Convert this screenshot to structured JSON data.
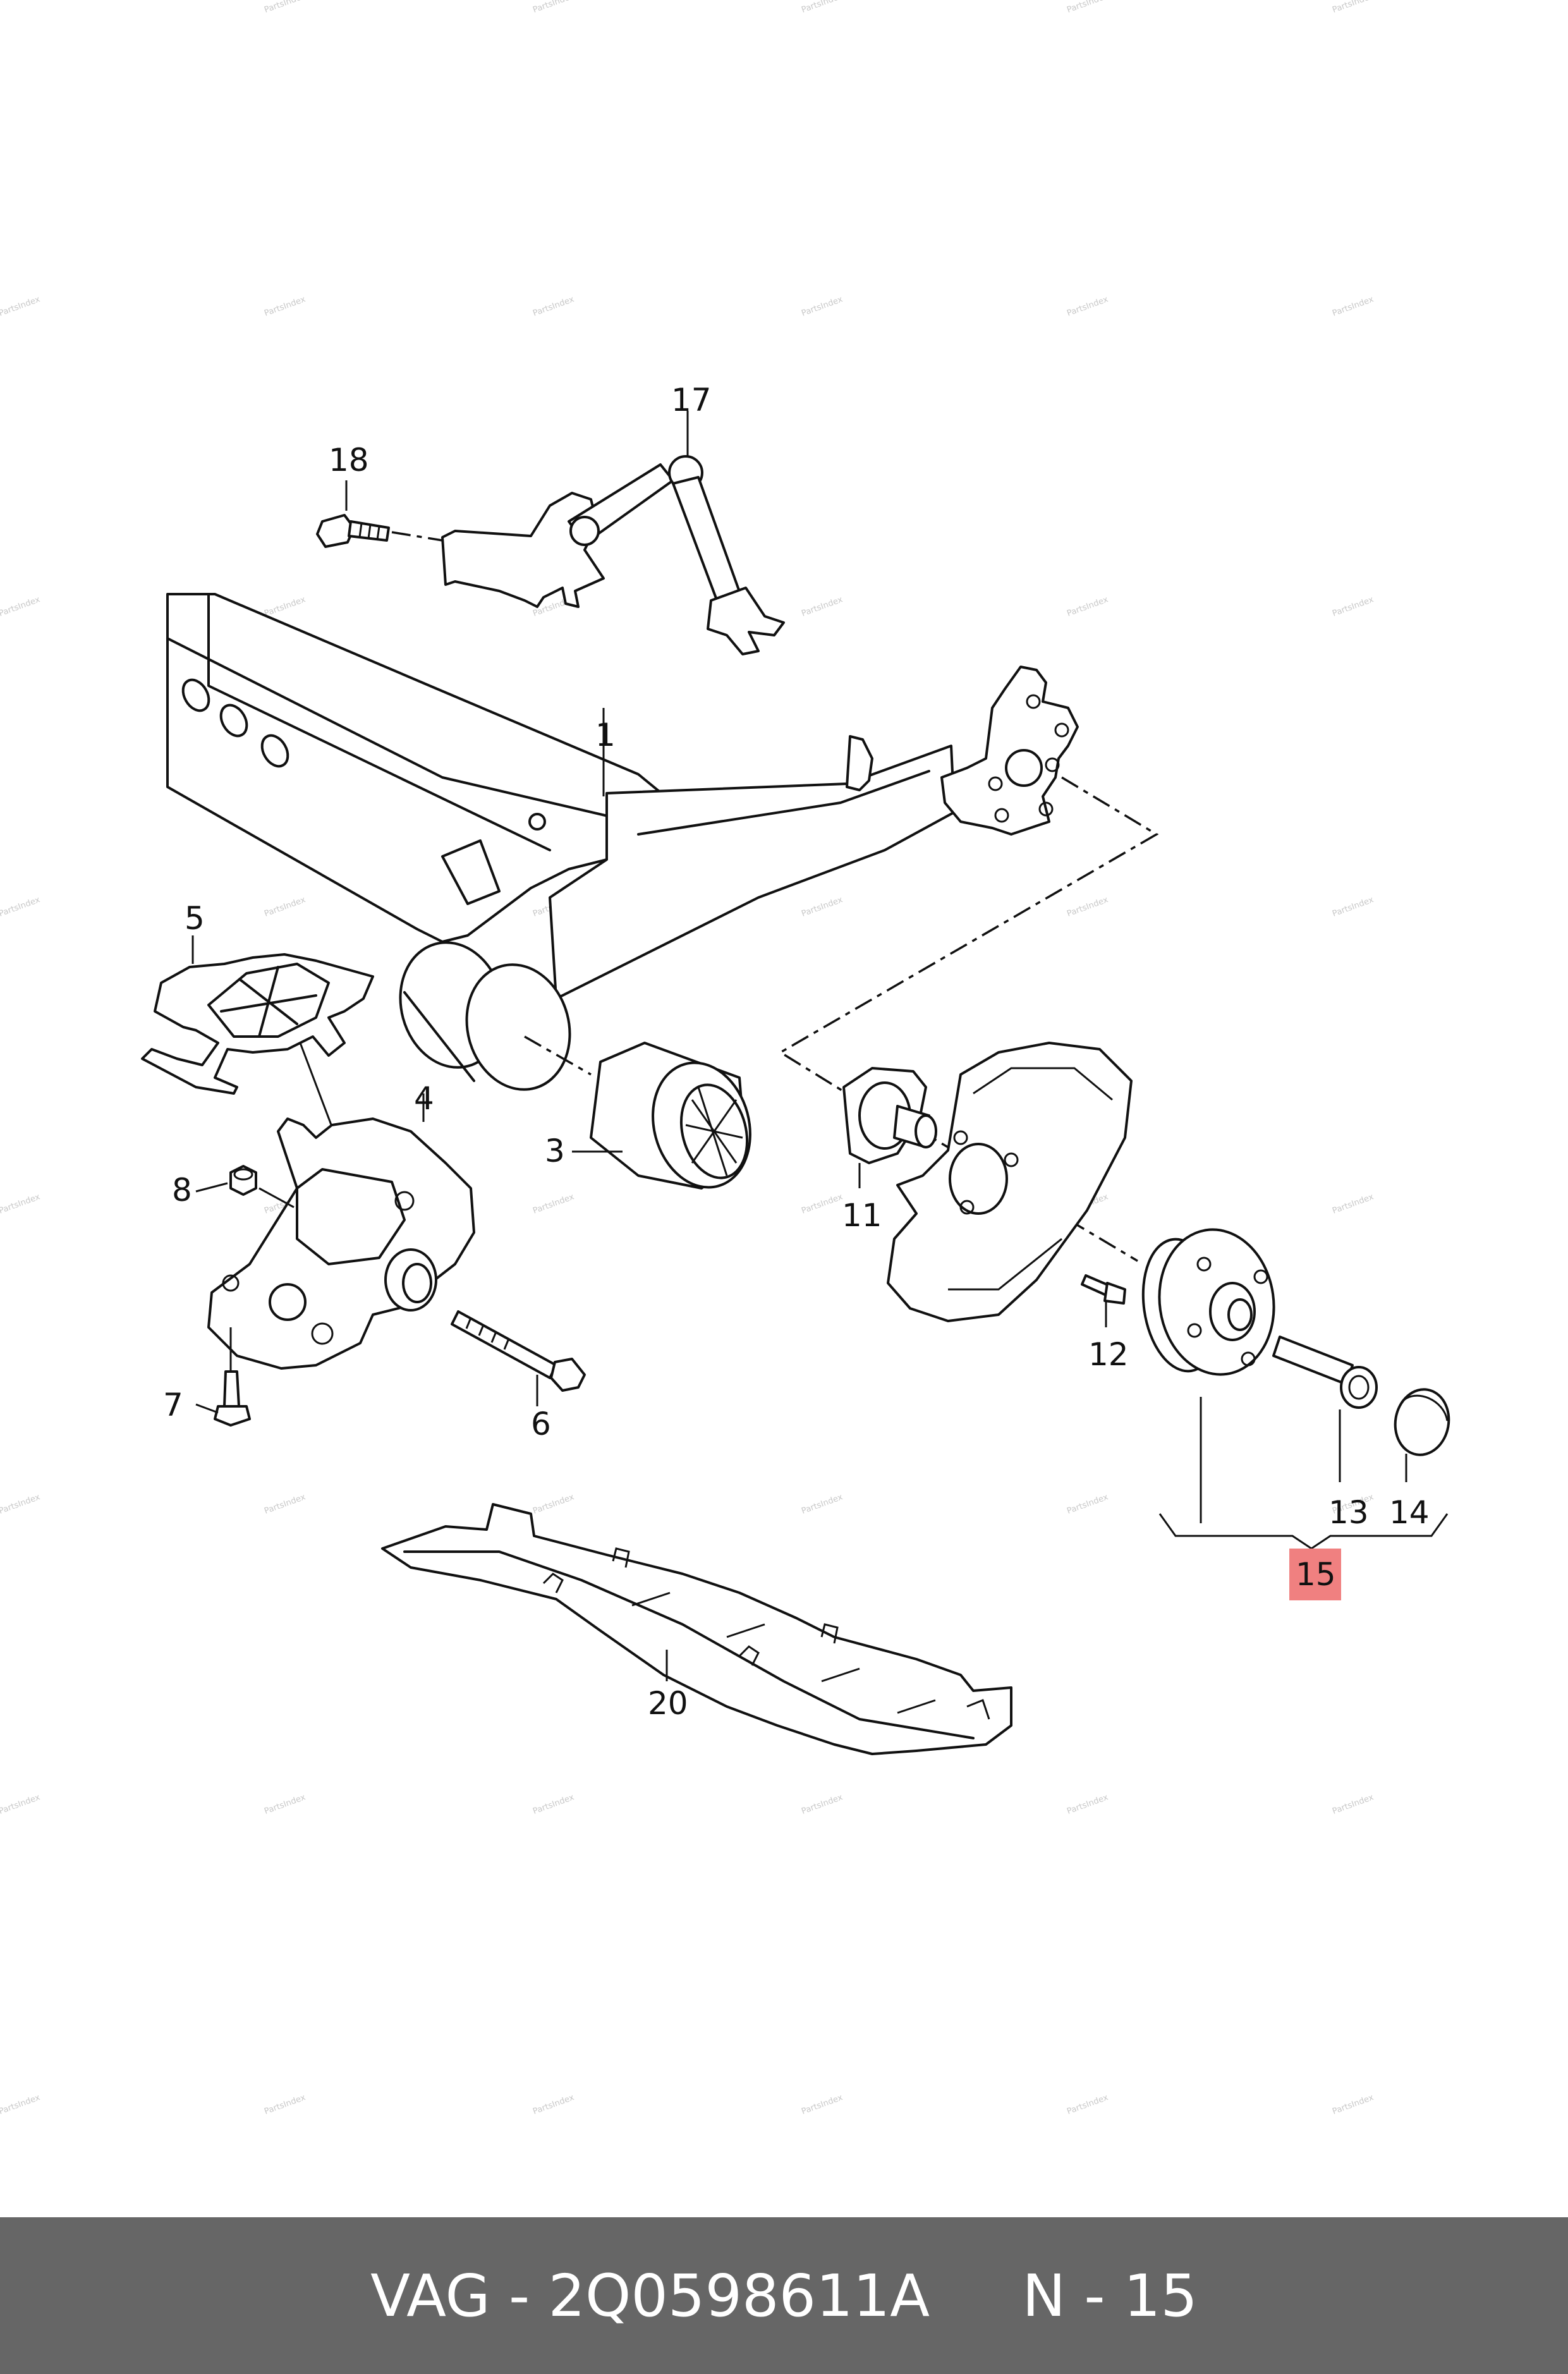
{
  "callouts": {
    "c1": "1",
    "c3": "3",
    "c4": "4",
    "c5": "5",
    "c6": "6",
    "c7": "7",
    "c8": "8",
    "c11": "11",
    "c12": "12",
    "c13": "13",
    "c14": "14",
    "c15": "15",
    "c17": "17",
    "c18": "18",
    "c20": "20"
  },
  "highlight_color": "#f08080",
  "watermark": "PartsIndex",
  "footer": {
    "brand": "VAG",
    "separator": " - ",
    "part_number": "2Q0598611A",
    "position_label": "N - 15"
  }
}
